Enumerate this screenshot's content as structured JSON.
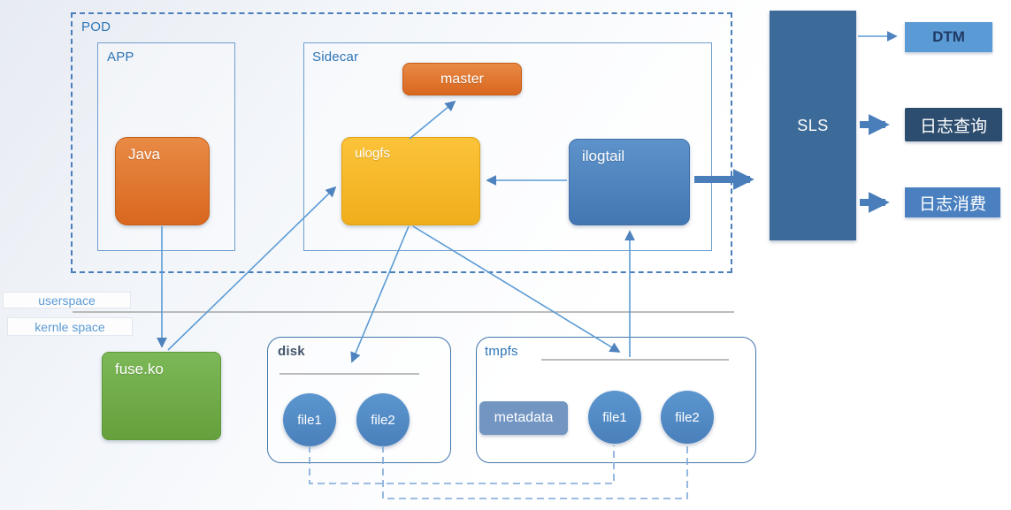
{
  "pod": {
    "label": "POD",
    "app": {
      "label": "APP",
      "java_label": "Java"
    },
    "sidecar": {
      "label": "Sidecar",
      "master_label": "master",
      "ulogfs_label": "ulogfs",
      "ilogtail_label": "ilogtail"
    }
  },
  "sls_label": "SLS",
  "outputs": {
    "dtm_label": "DTM",
    "log_query_label": "日志查询",
    "log_consume_label": "日志消费"
  },
  "layers": {
    "userspace_label": "userspace",
    "kernelspace_label": "kernle space"
  },
  "kernel": {
    "fuseko_label": "fuse.ko"
  },
  "disk": {
    "label": "disk",
    "files": [
      "file1",
      "file2"
    ]
  },
  "tmpfs": {
    "label": "tmpfs",
    "metadata_label": "metadata",
    "files": [
      "file1",
      "file2"
    ]
  },
  "colors": {
    "frame_blue": "#5b9bd5",
    "dashed_pod_blue": "#4a7ebb",
    "label_blue": "#2e75b6",
    "label_dark_slate": "#44546a",
    "node_orange": "#dd7230",
    "node_yellow": "#f5b82a",
    "node_blue": "#4e87c3",
    "sls_slate_blue": "#3d6b99",
    "dtm_blue": "#5b9bd5",
    "dtm_text_navy": "#1f3864",
    "query_navy": "#2c4d6e",
    "consume_blue": "#4a80c0",
    "fuse_green": "#70ad47",
    "metadata_muted_blue": "#7295c2",
    "divider_gray": "#a6a6a6"
  }
}
